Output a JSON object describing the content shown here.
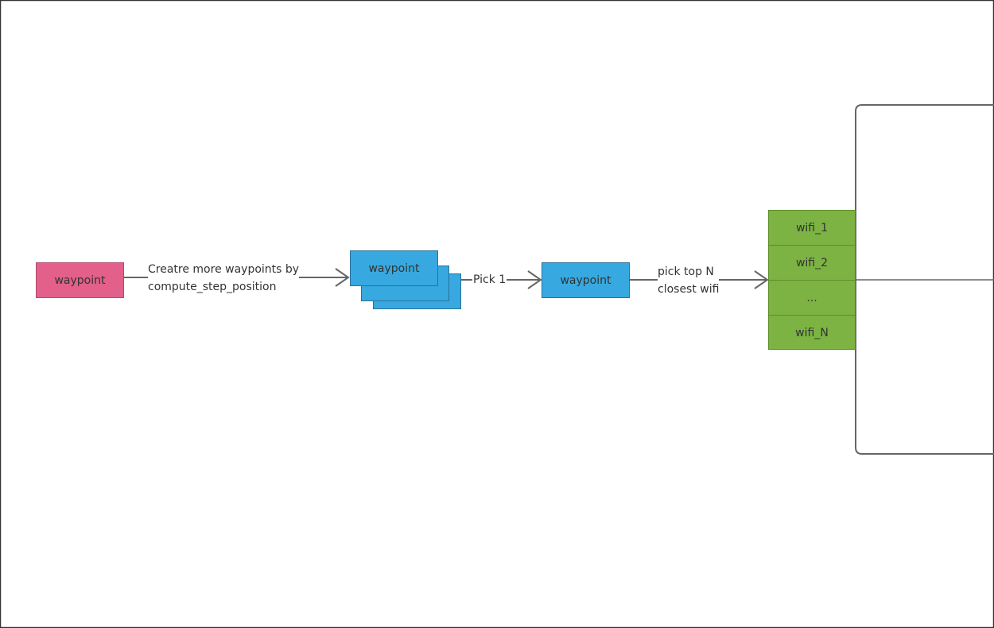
{
  "colors": {
    "pink": "#e3608b",
    "blue": "#37a9e0",
    "green": "#7cb342",
    "line": "#666666",
    "border": "#333333"
  },
  "nodes": {
    "start": "waypoint",
    "candidates": "waypoint",
    "picked": "waypoint",
    "wifi_list": [
      "wifi_1",
      "wifi_2",
      "...",
      "wifi_N"
    ]
  },
  "edges": {
    "create": {
      "line1": "Creatre more waypoints by",
      "line2": "compute_step_position"
    },
    "pick": "Pick 1",
    "top_n": {
      "line1": "pick top N",
      "line2": "closest wifi"
    }
  }
}
